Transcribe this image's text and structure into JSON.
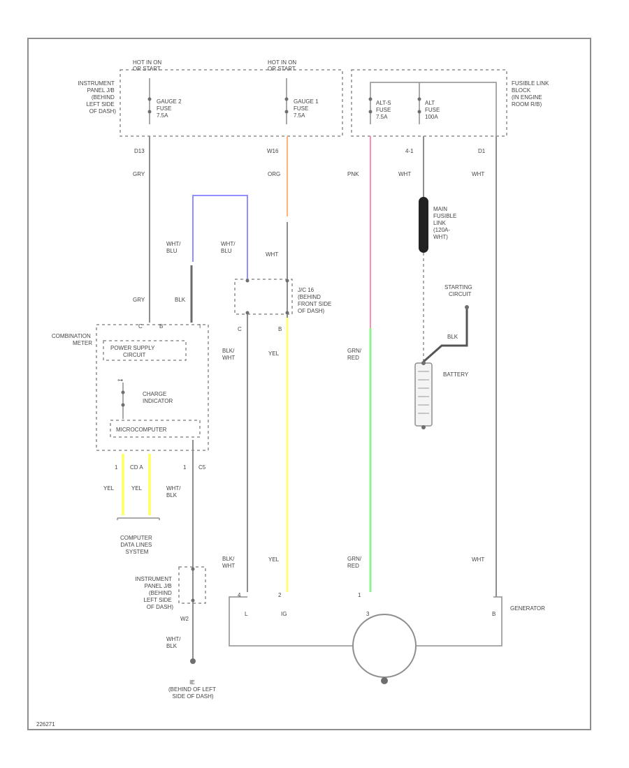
{
  "colors": {
    "frame": "#8e8e8e",
    "wire_gray": "#8e8e8e",
    "wire_blue": "#8f8fff",
    "wire_orange": "#ffb27a",
    "wire_pink": "#ff8fb0",
    "wire_green": "#8ff08f",
    "wire_yellow": "#ffff70",
    "fusible_link": "#222222"
  },
  "hot": {
    "left": [
      "HOT IN ON",
      "OR START"
    ],
    "mid": [
      "HOT IN ON",
      "OR START"
    ]
  },
  "jb_top_label": [
    "INSTRUMENT",
    "PANEL J/B",
    "(BEHIND",
    "LEFT SIDE",
    "OF DASH)"
  ],
  "fuse_gauge2": [
    "GAUGE 2",
    "FUSE",
    "7.5A"
  ],
  "fuse_gauge1": [
    "GAUGE 1",
    "FUSE",
    "7.5A"
  ],
  "fuse_alts": [
    "ALT-S",
    "FUSE",
    "7.5A"
  ],
  "fuse_alt": [
    "ALT",
    "FUSE",
    "100A"
  ],
  "fusible_block": [
    "FUSIBLE LINK",
    "BLOCK",
    "(IN ENGINE",
    "ROOM R/B)"
  ],
  "pins": {
    "jb_left": "D13",
    "jb_mid": "W16",
    "fb_alt": "4-1",
    "fb_right": "D1",
    "cm_c": "C",
    "cm_b": "B",
    "cm_i": "I",
    "cm_cd": "CD A",
    "cm_1": "1",
    "cm_c5": "C5",
    "s_c": "C",
    "s_b": "B",
    "gen_l": "L",
    "gen_ig": "IG",
    "gen_b": "B",
    "gen_2": "2",
    "gen_1": "1",
    "gen_3": "3",
    "gen_4": "4",
    "jb_w2": "W2"
  },
  "wire_labels": {
    "gry_top": "GRY",
    "org_top": "ORG",
    "pnk_top": "PNK",
    "wht_alt": "WHT",
    "wht_right": "WHT",
    "wht_blu_left": [
      "WHT/",
      "BLU"
    ],
    "wht_blu_right": [
      "WHT/",
      "BLU"
    ],
    "wht_mid": "WHT",
    "gry_low": "GRY",
    "blk_low": "BLK",
    "blk_wht_s": [
      "BLK/",
      "WHT"
    ],
    "yel_s": "YEL",
    "grn_red_s": [
      "GRN/",
      "RED"
    ],
    "blk_start": "BLK",
    "yel_a": "YEL",
    "yel_b": "YEL",
    "wht_blk_cm": [
      "WHT/",
      "BLK"
    ],
    "blk_wht_g": [
      "BLK/",
      "WHT"
    ],
    "yel_g": "YEL",
    "grn_red_g": [
      "GRN/",
      "RED"
    ],
    "wht_g": "WHT",
    "wht_blk_low": [
      "WHT/",
      "BLK"
    ]
  },
  "main_fusible": [
    "MAIN",
    "FUSIBLE",
    "LINK",
    "(120A-",
    "WHT)"
  ],
  "splice": [
    "J/C 16",
    "(BEHIND",
    "FRONT SIDE",
    "OF DASH)"
  ],
  "starting": [
    "STARTING",
    "CIRCUIT"
  ],
  "battery": "BATTERY",
  "combination_meter": [
    "COMBINATION",
    "METER"
  ],
  "power_supply": [
    "POWER SUPPLY",
    "CIRCUIT"
  ],
  "charge_indicator": [
    "CHARGE",
    "INDICATOR"
  ],
  "micro": "MICROCOMPUTER",
  "data_lines": [
    "COMPUTER",
    "DATA LINES",
    "SYSTEM"
  ],
  "jb_bottom_label": [
    "INSTRUMENT",
    "PANEL J/B",
    "(BEHIND",
    "LEFT SIDE",
    "OF DASH)"
  ],
  "ground": [
    "IE",
    "(BEHIND OF LEFT",
    "SIDE OF DASH)"
  ],
  "generator": "GENERATOR",
  "fig_code": "226271"
}
